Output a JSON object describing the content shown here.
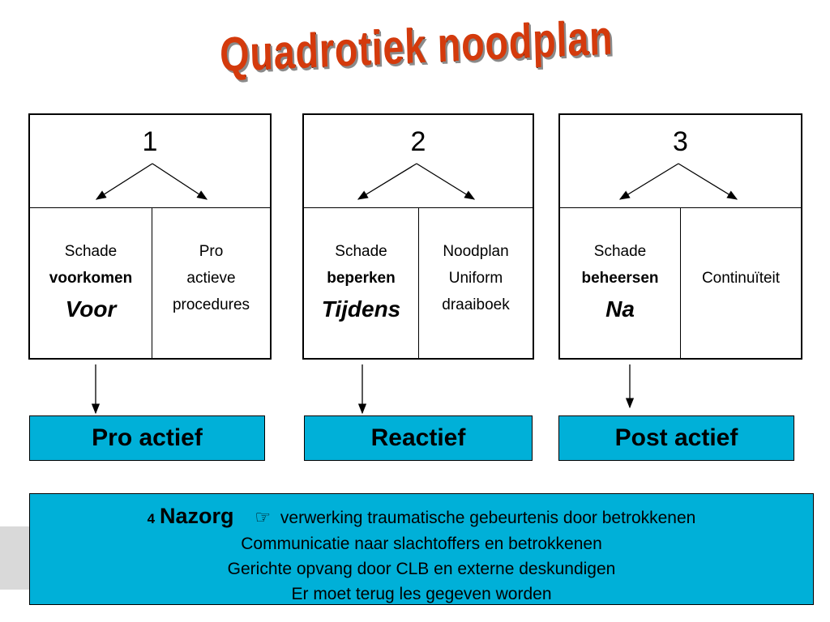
{
  "title": "Quadrotiek noodplan",
  "phases": [
    {
      "number": "1",
      "left": {
        "line1": "Schade",
        "line2": "voorkomen",
        "line3": "Voor"
      },
      "right": [
        "Pro",
        "actieve",
        "procedures"
      ],
      "label": "Pro actief"
    },
    {
      "number": "2",
      "left": {
        "line1": "Schade",
        "line2": "beperken",
        "line3": "Tijdens"
      },
      "right": [
        "Noodplan",
        "Uniform",
        "draaiboek"
      ],
      "label": "Reactief"
    },
    {
      "number": "3",
      "left": {
        "line1": "Schade",
        "line2": "beheersen",
        "line3": "Na"
      },
      "right": [
        "Continuïteit"
      ],
      "label": "Post actief"
    }
  ],
  "nazorg": {
    "number": "4",
    "heading": "Nazorg",
    "hand_icon": "pointing-hand-icon",
    "first_line": "verwerking traumatische gebeurtenis door betrokkenen",
    "lines": [
      "Communicatie naar slachtoffers en betrokkenen",
      "Gerichte opvang door CLB en externe deskundigen",
      "Er moet terug les gegeven worden"
    ]
  }
}
